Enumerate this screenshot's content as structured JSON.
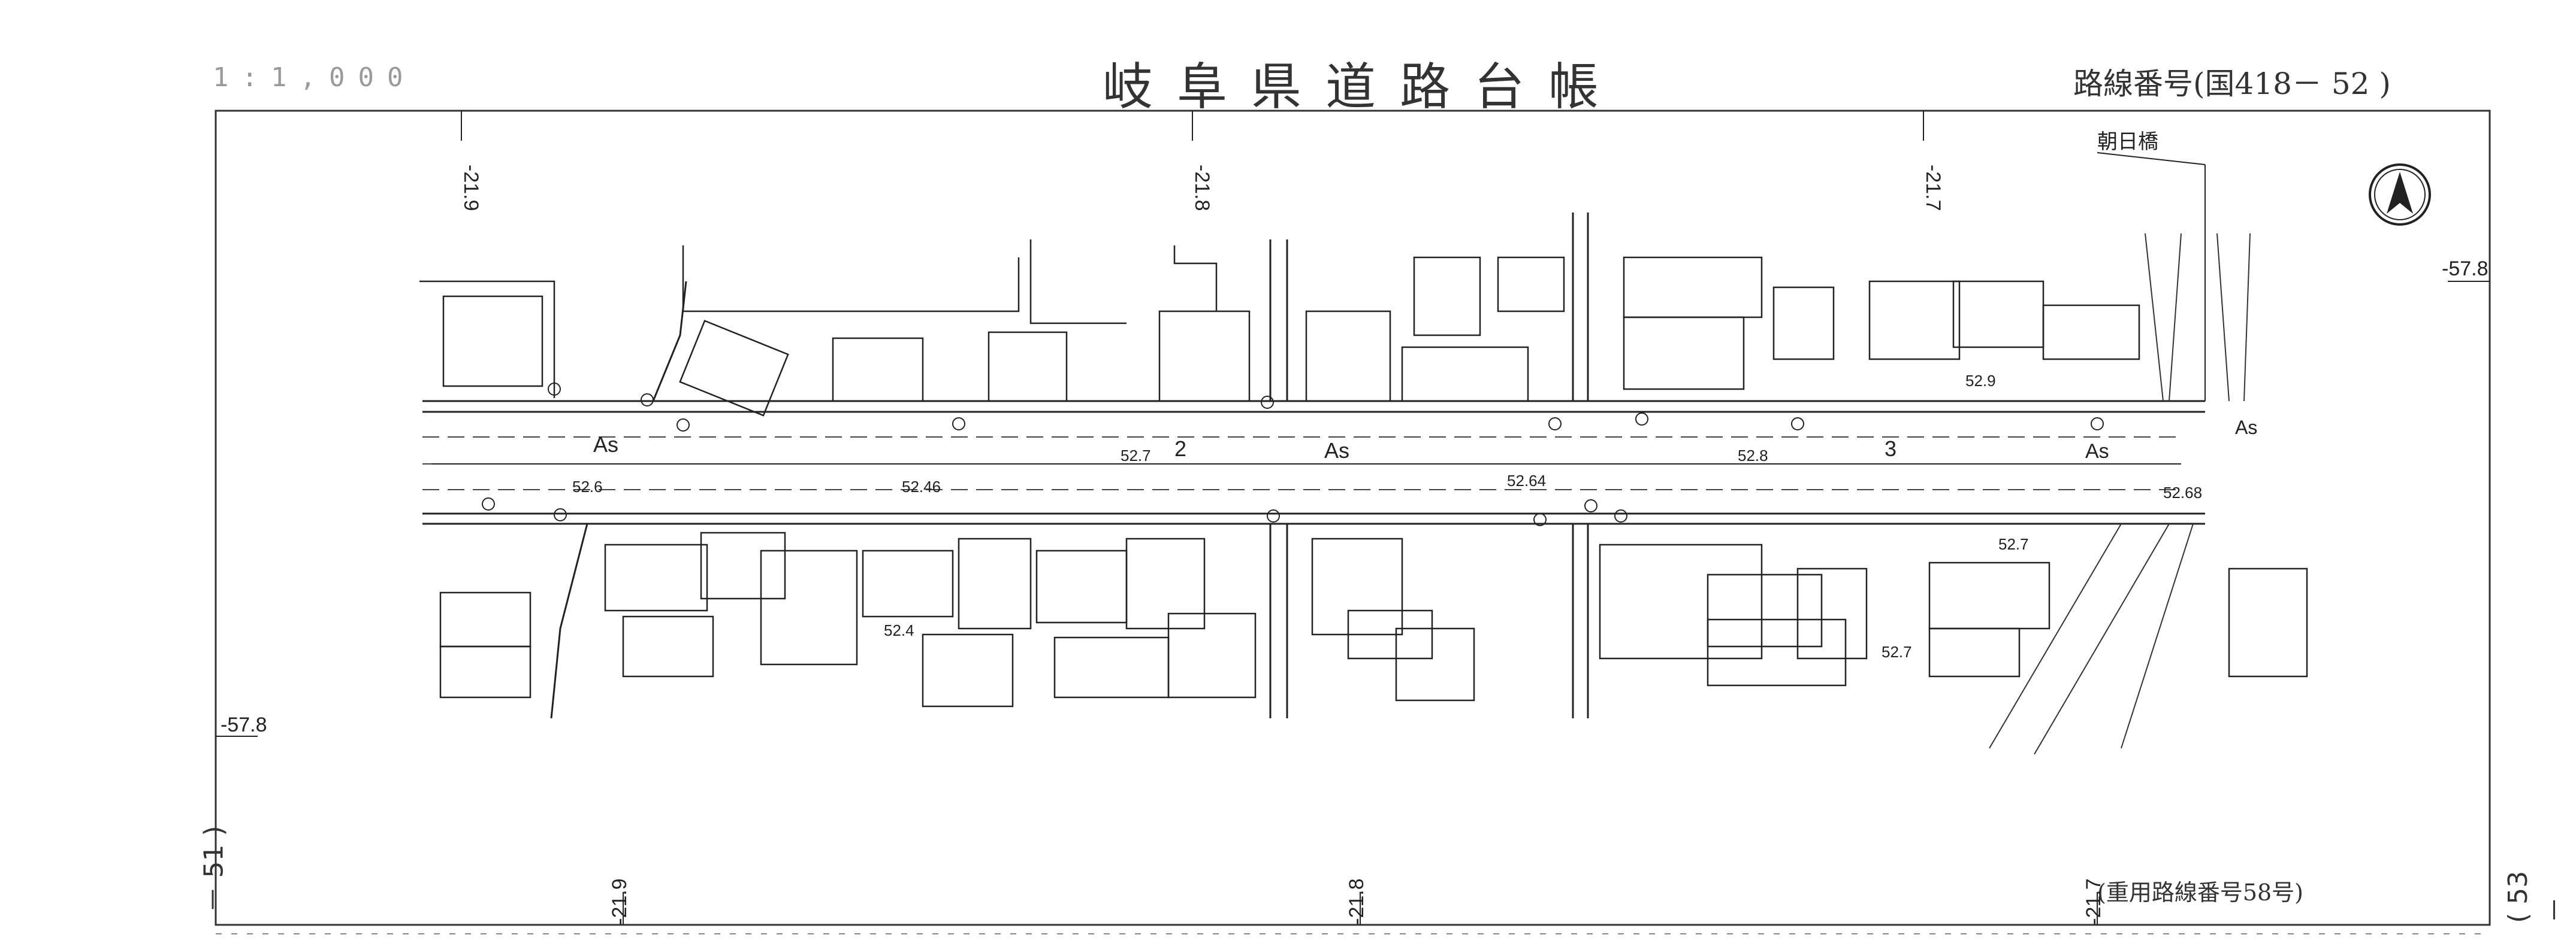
{
  "header": {
    "scale": "1:1,000",
    "title": "岐阜県道路台帳",
    "route_label": "路線番号(国418－ 52 )"
  },
  "footer": {
    "overlap_note": "(重用路線番号58号)"
  },
  "side_labels": {
    "left_page": "－ 51 )",
    "right_page": "( 53 －"
  },
  "map": {
    "bridge_name": "朝日橋",
    "surface_label": "As",
    "station_numbers": [
      "2",
      "3"
    ],
    "elevations": [
      "52.9",
      "52.7",
      "52.8",
      "52.6",
      "52.46",
      "52.64",
      "52.68",
      "52.4",
      "52.7",
      "52.7"
    ],
    "grid_ticks": {
      "top": [
        "-21.9",
        "-21.8",
        "-21.7"
      ],
      "bottom": [
        "-21.9",
        "-21.8",
        "-21.7"
      ],
      "left": "-57.8",
      "right": "-57.8"
    },
    "icons": [
      "north-arrow-icon"
    ]
  }
}
